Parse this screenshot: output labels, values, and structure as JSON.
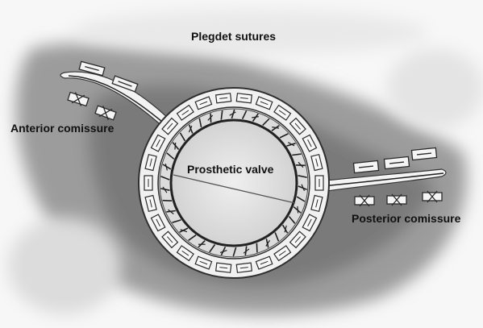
{
  "labels": {
    "plegdet_sutures": "Plegdet sutures",
    "anterior_comissure": "Anterior comissure",
    "prosthetic_valve": "Prosthetic valve",
    "posterior_comissure": "Posterior comissure"
  },
  "colors": {
    "background": "#ffffff",
    "tissue_shade": "#8a8a8a",
    "tissue_light": "#d9d9d9",
    "ring_fill": "#f2f2f2",
    "ring_stroke": "#3a3a3a",
    "valve_fill": "#e6e6e6",
    "leaflet_line": "#555555"
  },
  "counts": {
    "outer_pledgets": 26,
    "inner_stitches": 38
  }
}
